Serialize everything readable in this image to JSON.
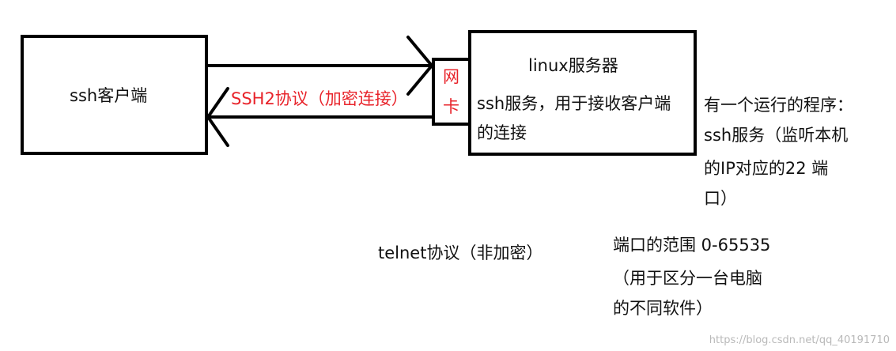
{
  "client": {
    "label": "ssh客户端"
  },
  "server": {
    "title": "linux服务器",
    "service_desc_line1": "ssh服务，用于接收客户端",
    "service_desc_line2": "的连接"
  },
  "nic": {
    "char1": "网",
    "char2": "卡"
  },
  "protocol": {
    "label": "SSH2协议（加密连接）"
  },
  "running_program": {
    "line1": "有一个运行的程序：",
    "line2": "ssh服务（监听本机",
    "line3": "的IP对应的22 端",
    "line4": "口）"
  },
  "telnet": {
    "label": "telnet协议（非加密）"
  },
  "port_range": {
    "line1": "端口的范围 0-65535",
    "line2": "（用于区分一台电脑",
    "line3": "的不同软件）"
  },
  "watermark": {
    "text": "https://blog.csdn.net/qq_40191710"
  },
  "colors": {
    "accent_red": "#e8232a",
    "stroke": "#000000"
  }
}
